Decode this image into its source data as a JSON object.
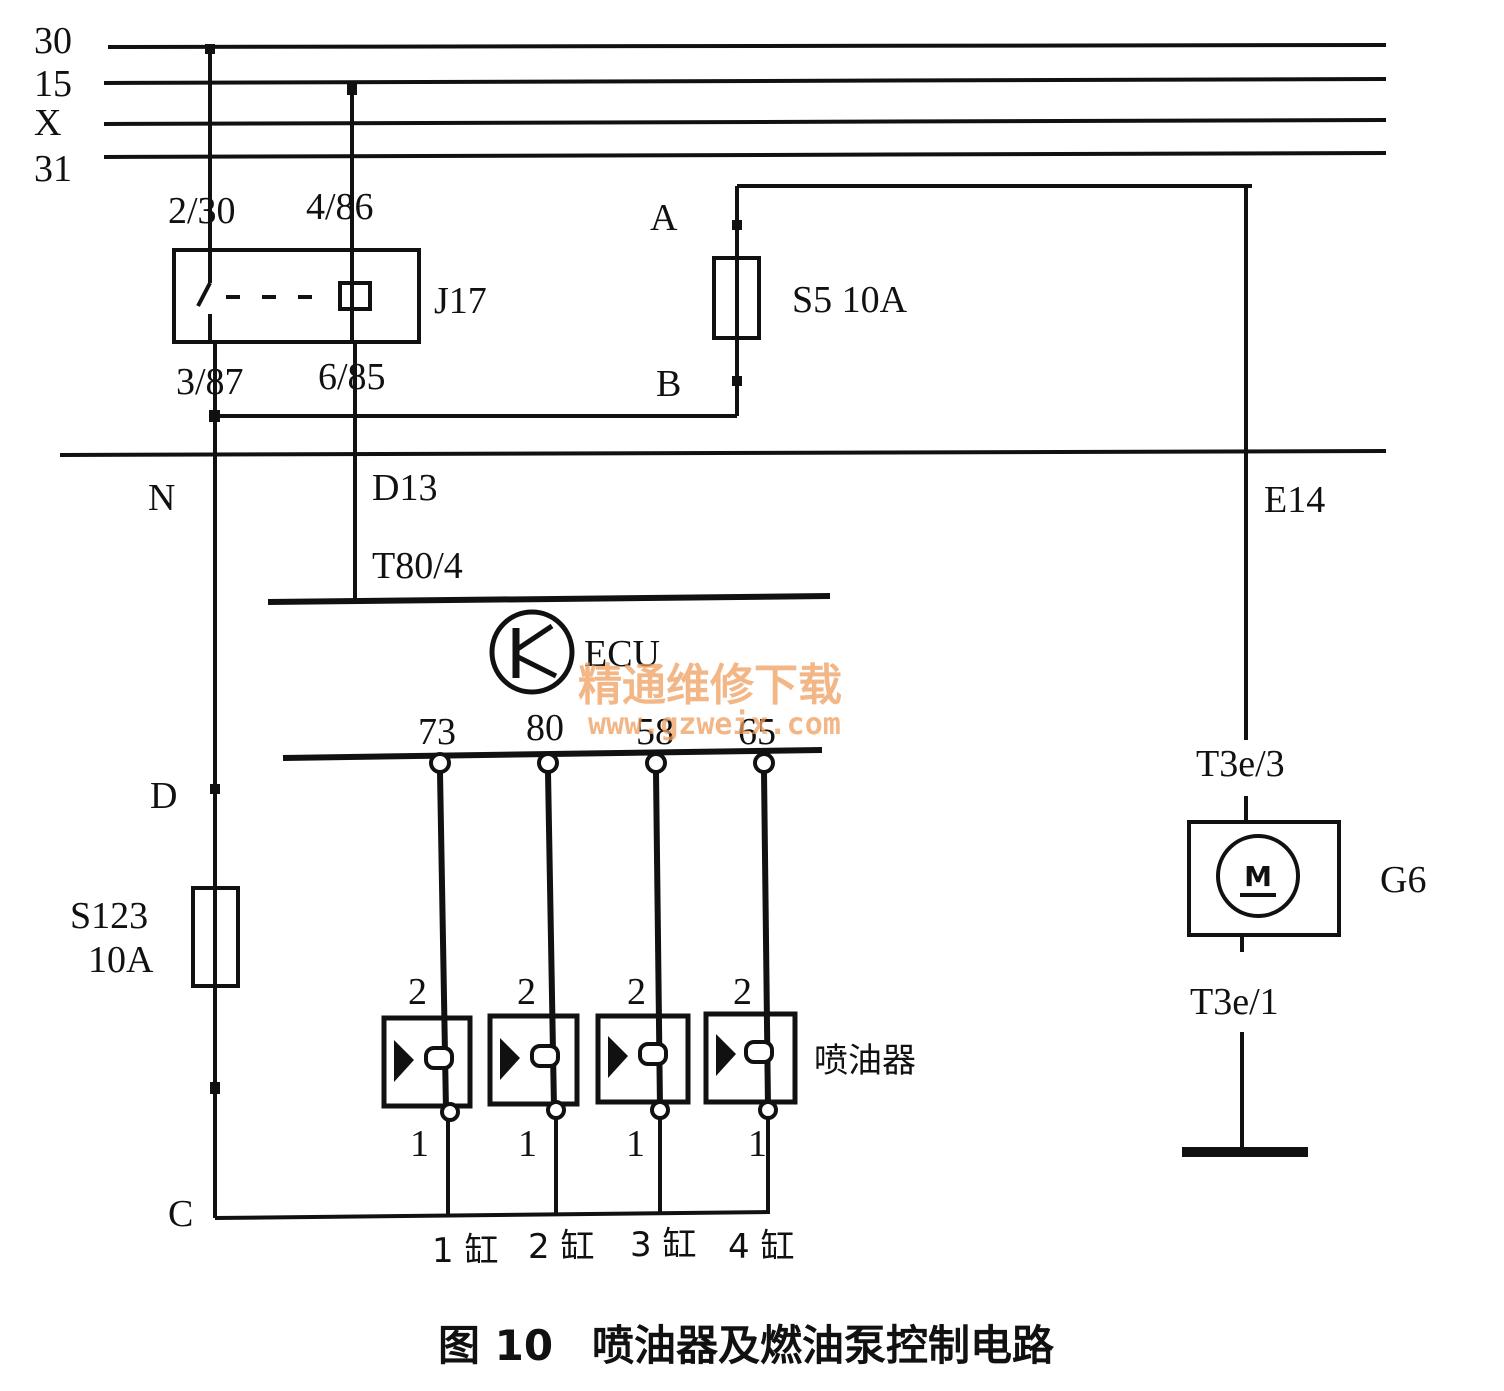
{
  "bus_labels": [
    "30",
    "15",
    "X",
    "31"
  ],
  "relay": {
    "name": "J17",
    "pin_top_left": "2/30",
    "pin_top_right": "4/86",
    "pin_bottom_left": "3/87",
    "pin_bottom_right": "6/85"
  },
  "fuse_s5": {
    "label": "S5 10A",
    "top": "A",
    "bottom": "B"
  },
  "fuse_s123": {
    "name": "S123",
    "rating": "10A",
    "top": "D",
    "bottom": "C"
  },
  "wires": {
    "left": "N",
    "middle": "D13",
    "right": "E14",
    "ecu_pin": "T80/4"
  },
  "ecu": {
    "label": "ECU"
  },
  "ecu_pins": [
    "73",
    "80",
    "58",
    "65"
  ],
  "injectors": {
    "label": "喷油器",
    "top_pin": "2",
    "bottom_pin": "1",
    "cylinders": [
      "1 缸",
      "2 缸",
      "3 缸",
      "4 缸"
    ]
  },
  "pump": {
    "name": "G6",
    "motor_symbol": "M",
    "pin_top": "T3e/3",
    "pin_bottom": "T3e/1"
  },
  "watermark": {
    "text": "精通维修下载",
    "url": "www.gzweix.com"
  },
  "caption": {
    "figure": "图 10",
    "title": "喷油器及燃油泵控制电路"
  }
}
